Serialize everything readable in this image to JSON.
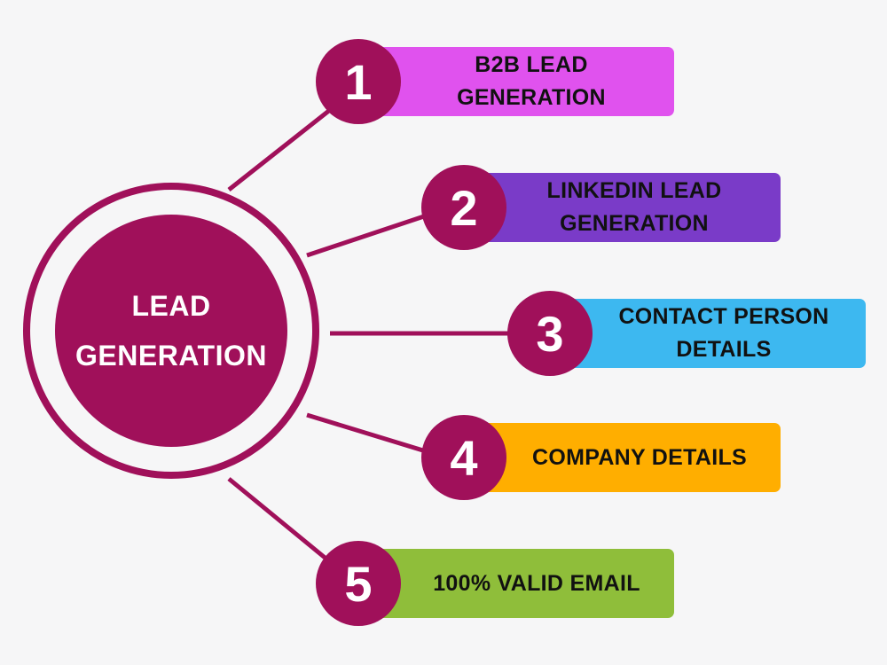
{
  "hub": {
    "line1": "LEAD",
    "line2": "GENERATION"
  },
  "items": [
    {
      "number": "1",
      "line1": "B2B LEAD",
      "line2": "GENERATION",
      "color": "#e052ee"
    },
    {
      "number": "2",
      "line1": "LINKEDIN LEAD",
      "line2": "GENERATION",
      "color": "#7a3bc8"
    },
    {
      "number": "3",
      "line1": "CONTACT PERSON",
      "line2": "DETAILS",
      "color": "#3db8f0"
    },
    {
      "number": "4",
      "line1": "COMPANY DETAILS",
      "line2": "",
      "color": "#ffae00"
    },
    {
      "number": "5",
      "line1": "100% VALID EMAIL",
      "line2": "",
      "color": "#8fbe3a"
    }
  ],
  "colors": {
    "accent": "#a0105a",
    "background": "#f6f6f7"
  }
}
